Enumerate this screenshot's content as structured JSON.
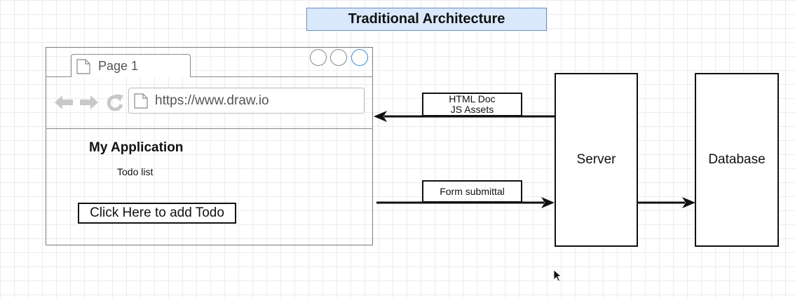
{
  "title": "Traditional Architecture",
  "browser": {
    "tab_label": "Page 1",
    "url": "https://www.draw.io",
    "app_title": "My Application",
    "app_subtitle": "Todo list",
    "add_button_label": "Click Here to add Todo"
  },
  "labels": {
    "html_doc": "HTML Doc",
    "js_assets": "JS Assets",
    "form_submittal": "Form submittal"
  },
  "nodes": {
    "server": "Server",
    "database": "Database"
  },
  "colors": {
    "title_fill": "#dae8fc",
    "title_border": "#6c8ebf",
    "window_button_active": "#3d8ed1"
  }
}
